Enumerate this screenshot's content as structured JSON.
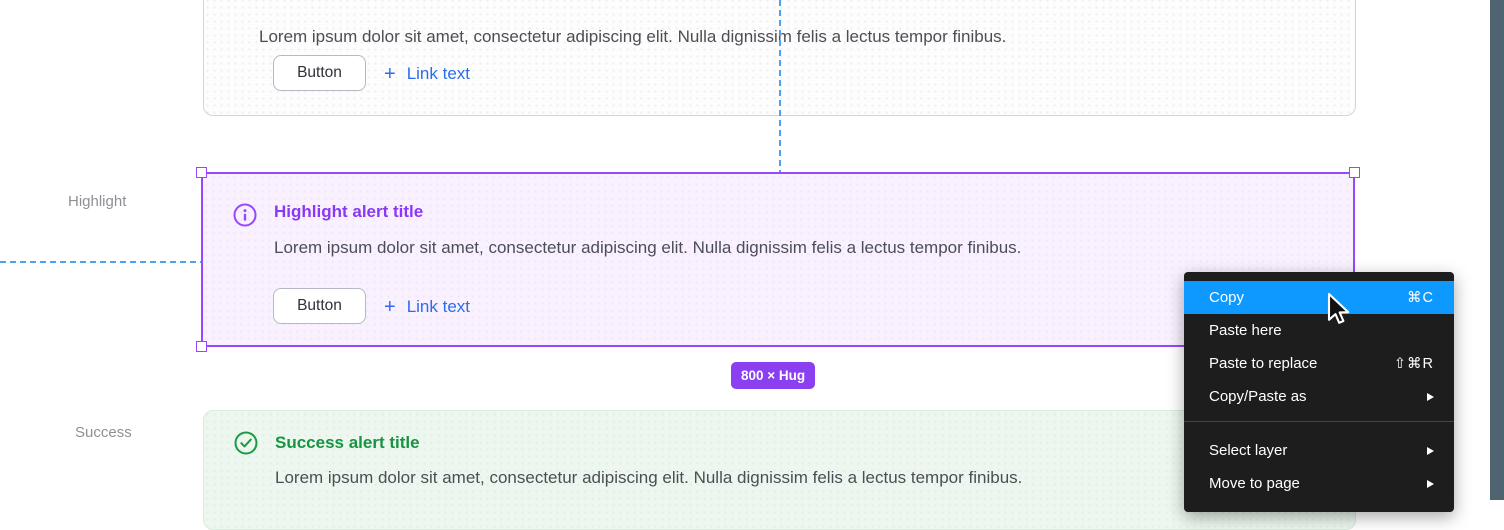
{
  "canvas": {
    "row_labels": {
      "highlight": "Highlight",
      "success": "Success"
    },
    "size_badge": "800 × Hug",
    "alerts": {
      "info_partial": {
        "body": "Lorem ipsum dolor sit amet, consectetur adipiscing elit. Nulla dignissim felis a lectus tempor finibus.",
        "button_label": "Button",
        "link_plus": "+",
        "link_label": "Link text"
      },
      "highlight": {
        "title": "Highlight alert title",
        "body": "Lorem ipsum dolor sit amet, consectetur adipiscing elit. Nulla dignissim felis a lectus tempor finibus.",
        "button_label": "Button",
        "link_plus": "+",
        "link_label": "Link text"
      },
      "success": {
        "title": "Success alert title",
        "body": "Lorem ipsum dolor sit amet, consectetur adipiscing elit. Nulla dignissim felis a lectus tempor finibus."
      }
    }
  },
  "context_menu": {
    "items": [
      {
        "label": "Copy",
        "shortcut": "⌘C",
        "selected": true
      },
      {
        "label": "Paste here"
      },
      {
        "label": "Paste to replace",
        "shortcut": "⇧⌘R"
      },
      {
        "label": "Copy/Paste as",
        "submenu": true
      },
      {
        "label": "Select layer",
        "submenu": true
      },
      {
        "label": "Move to page",
        "submenu": true
      }
    ]
  },
  "colors": {
    "selection_purple": "#9747ff",
    "highlight_title_purple": "#8a38f5",
    "success_green": "#189441",
    "link_blue": "#2b6cf0",
    "menu_selection_blue": "#0d99ff",
    "menu_background": "#1d1d1d",
    "badge_purple": "#8a3ff0",
    "guide_blue": "#4da0f2",
    "right_bar_slate": "#4e6470"
  }
}
